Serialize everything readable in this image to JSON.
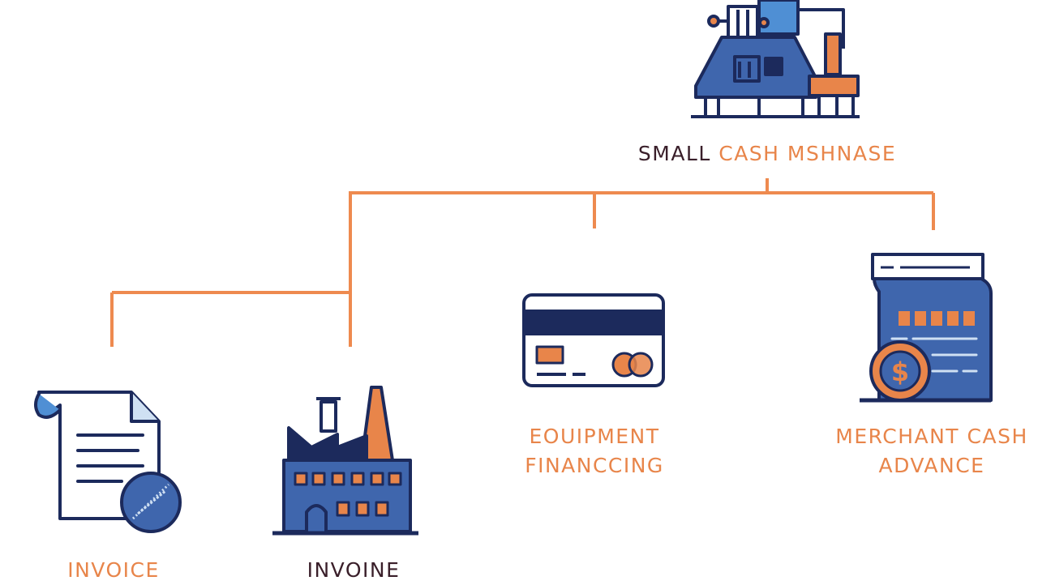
{
  "title": {
    "part1": "SMALL",
    "part2": "CASH MSHNASE"
  },
  "nodes": {
    "invoice": {
      "label": "INVOICE"
    },
    "invoine": {
      "label": "INVOINE"
    },
    "equipment": {
      "line1": "EOUIPMENT",
      "line2": "FINANCCING"
    },
    "merchant": {
      "line1": "MERCHANT CASH",
      "line2": "ADVANCE"
    }
  },
  "colors": {
    "navy": "#1c2a5c",
    "blue": "#3f66ad",
    "orange": "#e8854a",
    "connector": "#ee8a4f",
    "dark_text": "#3a1f2a"
  }
}
